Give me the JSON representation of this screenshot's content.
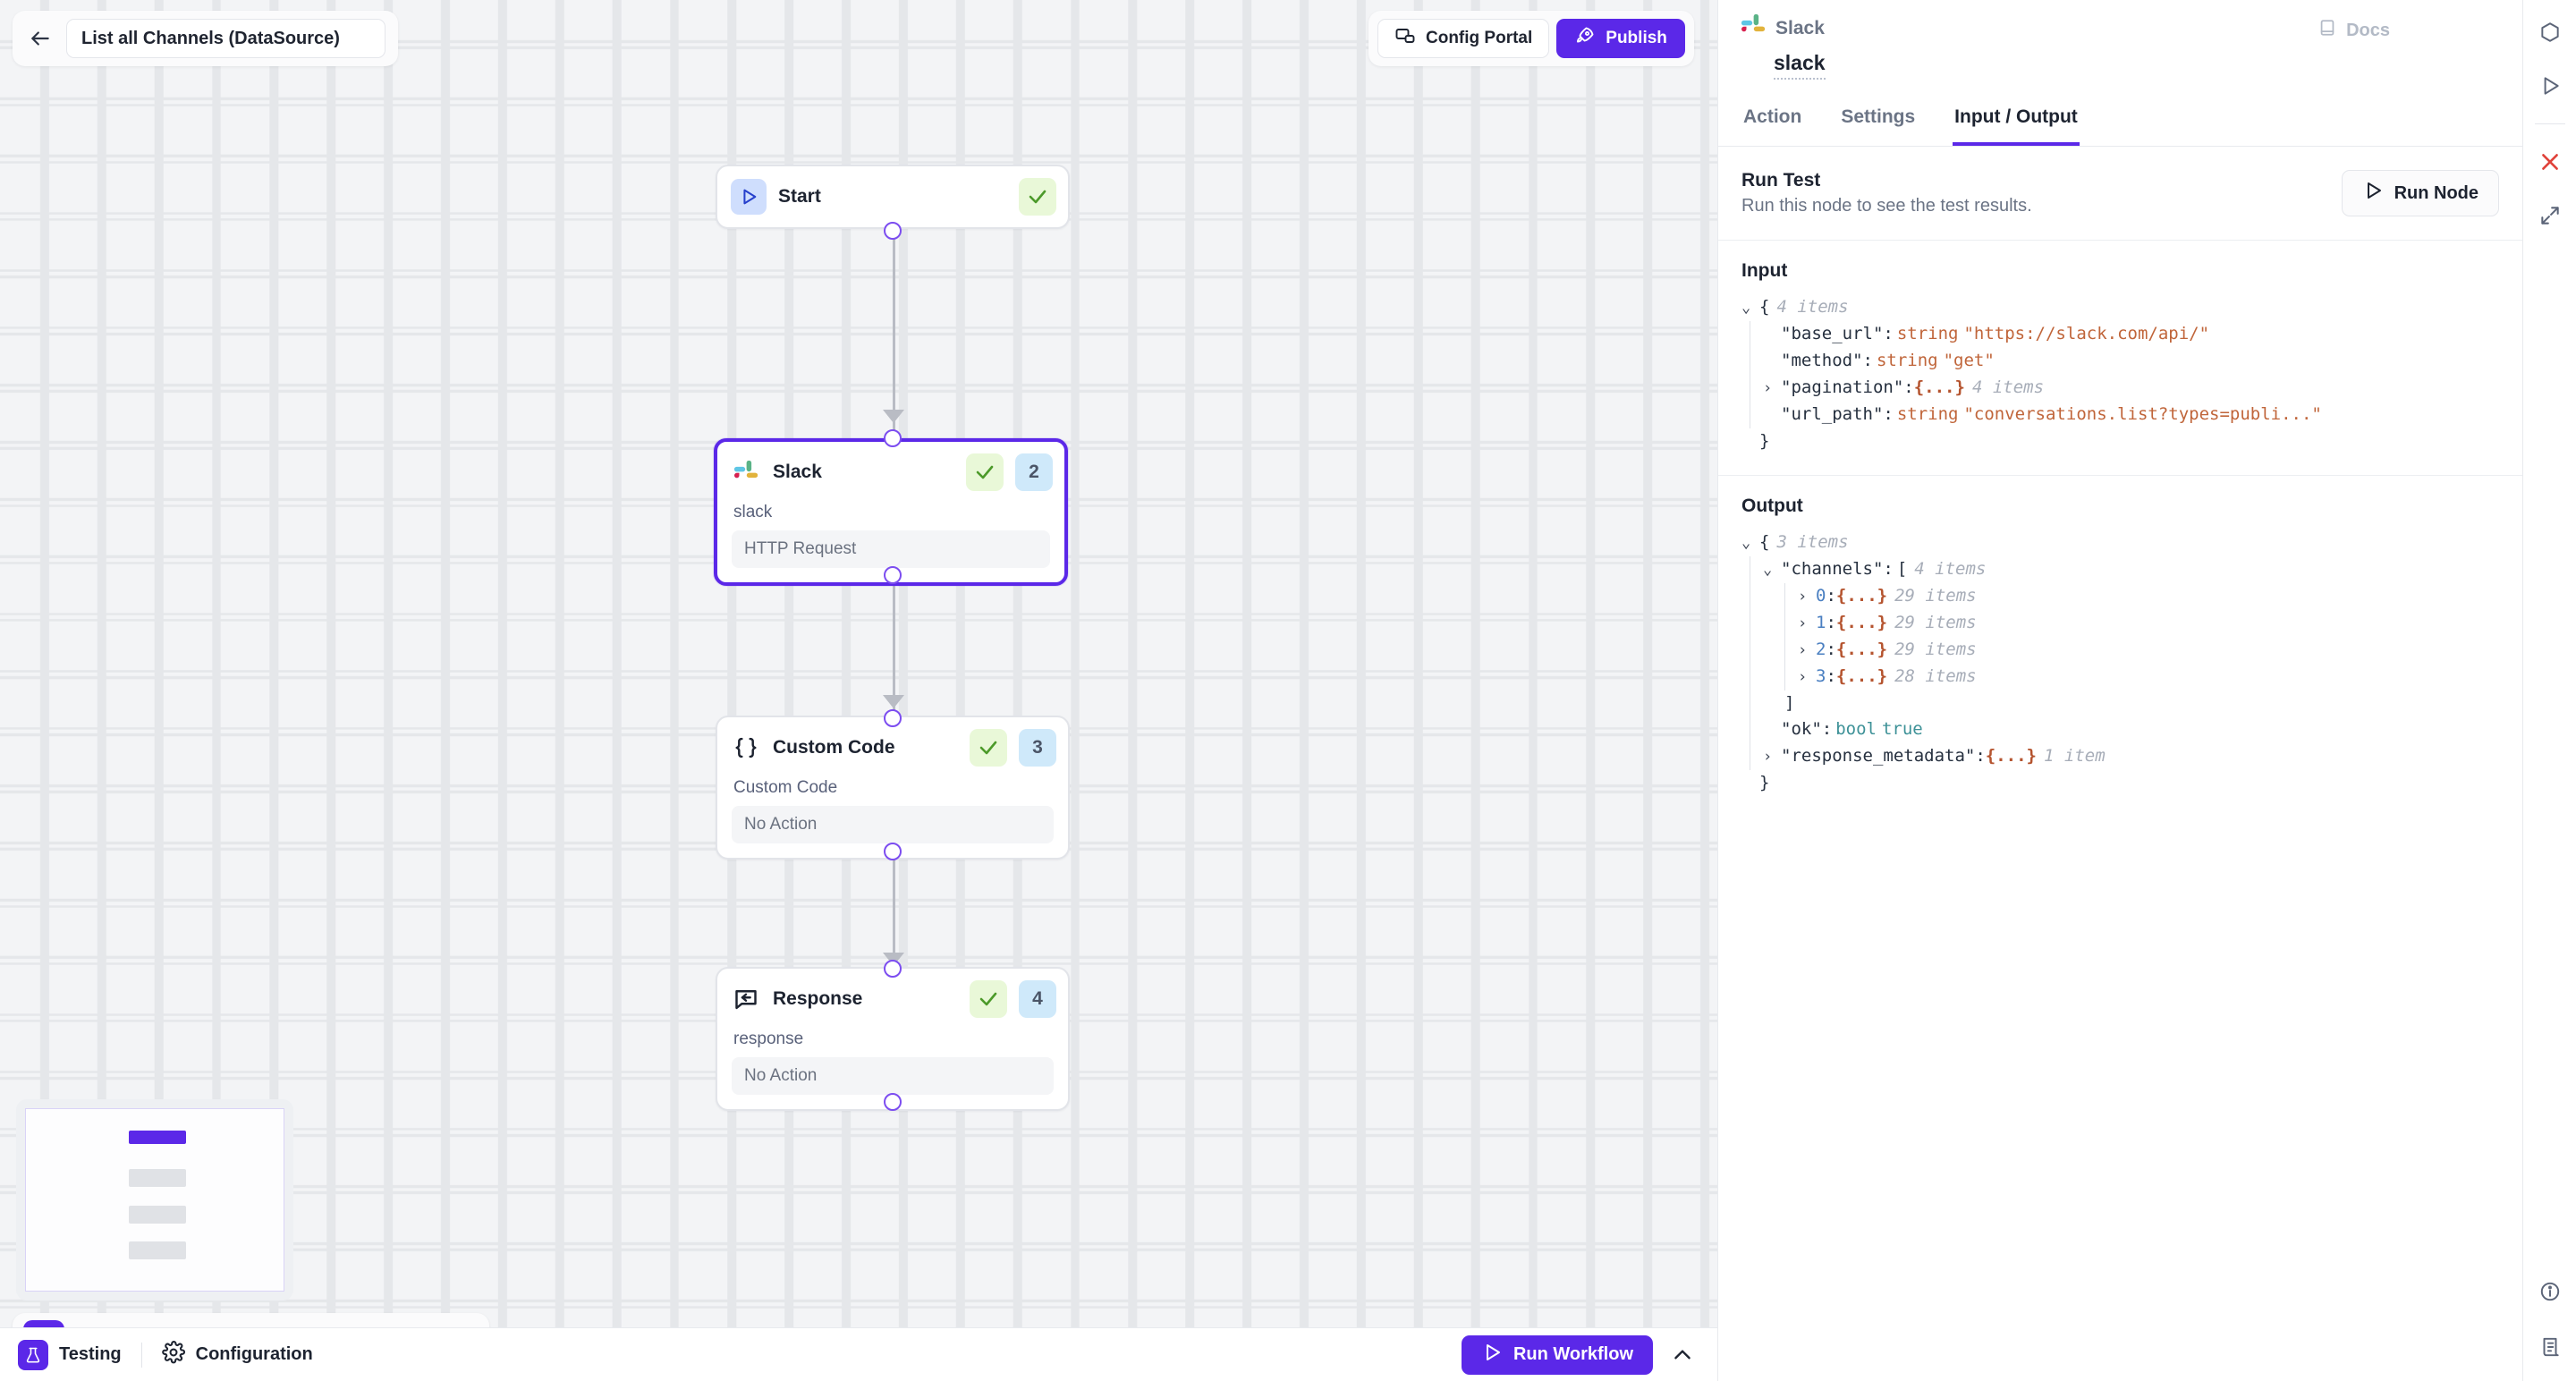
{
  "topbar": {
    "back_icon": "arrow-left-icon",
    "workflow_select_value": "List all Channels (DataSource)",
    "chevron_icon": "chevron-down-icon",
    "config_portal_label": "Config Portal",
    "config_portal_icon": "window-icon",
    "publish_label": "Publish",
    "publish_icon": "rocket-icon",
    "accent_color": "#5b28e8"
  },
  "canvas": {
    "nodes": [
      {
        "title": "Start",
        "subtitle": "",
        "action": "",
        "status_icon": "check-icon",
        "number": "",
        "icon": "play-icon",
        "selected": false
      },
      {
        "title": "Slack",
        "subtitle": "slack",
        "action": "HTTP Request",
        "status_icon": "check-icon",
        "number": "2",
        "icon": "slack-icon",
        "selected": true
      },
      {
        "title": "Custom Code",
        "subtitle": "Custom Code",
        "action": "No Action",
        "status_icon": "check-icon",
        "number": "3",
        "icon": "braces-icon",
        "selected": false
      },
      {
        "title": "Response",
        "subtitle": "response",
        "action": "No Action",
        "status_icon": "check-icon",
        "number": "4",
        "icon": "reply-bubble-icon",
        "selected": false
      }
    ],
    "toolbar": [
      {
        "name": "hand-tool",
        "icon": "hand-icon",
        "active": true
      },
      {
        "name": "select-tool",
        "icon": "cursor-icon",
        "active": false
      },
      {
        "name": "zoom-in",
        "icon": "zoom-in-icon",
        "active": false
      },
      {
        "name": "zoom-out",
        "icon": "zoom-out-icon",
        "active": false
      },
      {
        "name": "fit-view",
        "icon": "fit-screen-icon",
        "active": false
      },
      {
        "name": "settings",
        "icon": "sliders-icon",
        "active": false
      },
      {
        "name": "duplicate",
        "icon": "copy-icon",
        "active": false
      },
      {
        "name": "delete",
        "icon": "trash-icon",
        "active": false
      },
      {
        "name": "refresh",
        "icon": "refresh-icon",
        "active": false
      }
    ]
  },
  "panel": {
    "app_name": "Slack",
    "app_icon": "slack-icon",
    "node_name": "slack",
    "docs_label": "Docs",
    "docs_icon": "book-icon",
    "tabs": [
      {
        "label": "Action",
        "active": false
      },
      {
        "label": "Settings",
        "active": false
      },
      {
        "label": "Input / Output",
        "active": true
      }
    ],
    "run_test": {
      "title": "Run Test",
      "subtitle": "Run this node to see the test results.",
      "button_label": "Run Node",
      "button_icon": "play-icon"
    },
    "input": {
      "title": "Input",
      "root_brace": "{",
      "root_meta": "4 items",
      "close_brace": "}",
      "rows": [
        {
          "caret": "",
          "key": "\"base_url\"",
          "sep": ":",
          "type": "string",
          "value": "\"https://slack.com/api/\"",
          "meta": ""
        },
        {
          "caret": "",
          "key": "\"method\"",
          "sep": ":",
          "type": "string",
          "value": "\"get\"",
          "meta": ""
        },
        {
          "caret": "›",
          "key": "\"pagination\"",
          "sep": ":",
          "type": "",
          "value": "{...}",
          "meta": "4 items"
        },
        {
          "caret": "",
          "key": "\"url_path\"",
          "sep": ":",
          "type": "string",
          "value": "\"conversations.list?types=publi...\"",
          "meta": ""
        }
      ]
    },
    "output": {
      "title": "Output",
      "root_brace": "{",
      "root_meta": "3 items",
      "close_brace": "}",
      "channels_caret": "⌄",
      "channels_key": "\"channels\"",
      "channels_bracket": "[",
      "channels_meta": "4 items",
      "channels_close": "]",
      "channels_items": [
        {
          "caret": "›",
          "index": "0",
          "value": "{...}",
          "meta": "29 items"
        },
        {
          "caret": "›",
          "index": "1",
          "value": "{...}",
          "meta": "29 items"
        },
        {
          "caret": "›",
          "index": "2",
          "value": "{...}",
          "meta": "29 items"
        },
        {
          "caret": "›",
          "index": "3",
          "value": "{...}",
          "meta": "28 items"
        }
      ],
      "ok_key": "\"ok\"",
      "ok_type": "bool",
      "ok_value": "true",
      "meta_caret": "›",
      "meta_key": "\"response_metadata\"",
      "meta_value": "{...}",
      "meta_meta": "1 item"
    }
  },
  "rail": {
    "items": [
      {
        "name": "hexagon-icon"
      },
      {
        "name": "play-icon"
      },
      {
        "name": "close-icon"
      },
      {
        "name": "expand-icon"
      }
    ],
    "bottom_items": [
      {
        "name": "info-icon"
      },
      {
        "name": "log-icon"
      }
    ]
  },
  "bottom_bar": {
    "testing_label": "Testing",
    "testing_icon": "flask-icon",
    "configuration_label": "Configuration",
    "configuration_icon": "gear-icon",
    "run_workflow_label": "Run Workflow",
    "run_workflow_icon": "play-icon",
    "collapse_icon": "chevron-up-icon"
  }
}
